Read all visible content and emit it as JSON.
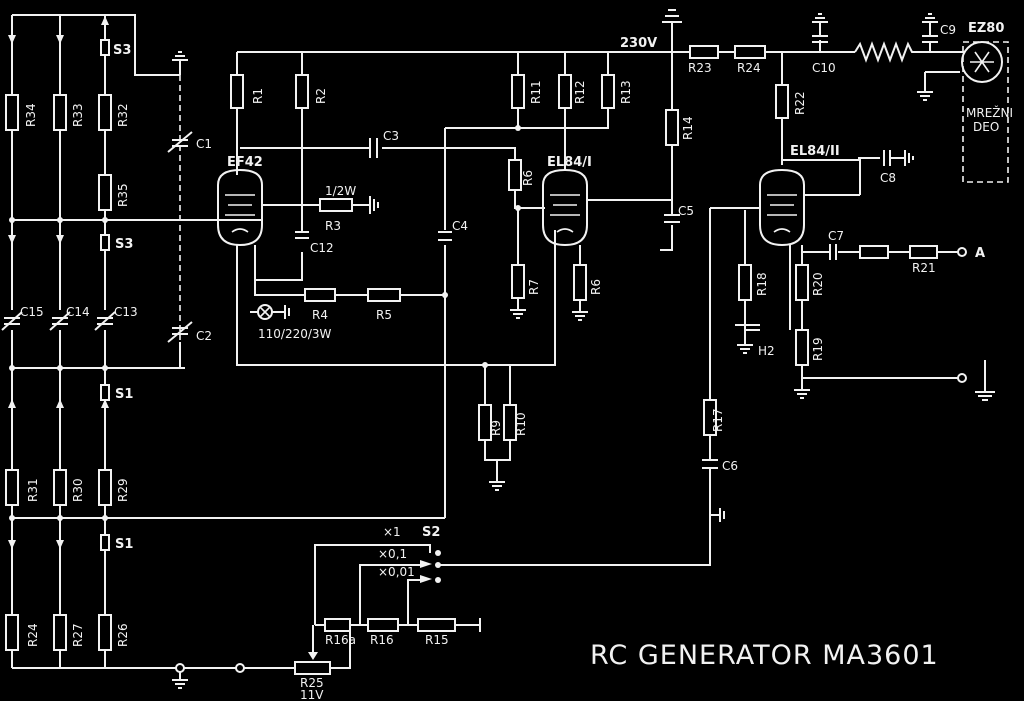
{
  "title": "RC   GENERATOR  MA3601",
  "tubes": {
    "v1": "EF42",
    "v2": "EL84/I",
    "v3": "EL84/II",
    "rect": "EZ80"
  },
  "voltages": {
    "hv": "230V",
    "heater": "11V"
  },
  "lamp_spec": "110/220/3W",
  "r3_power": "1/2W",
  "mains_box": [
    "MREŽNI",
    "DEO"
  ],
  "switch_positions": [
    "×1",
    "×0,1",
    "×0,01"
  ],
  "terminals": {
    "out_a": "A",
    "h2": "H2"
  },
  "resistors": {
    "R1": "R1",
    "R2": "R2",
    "R3": "R3",
    "R4": "R4",
    "R5": "R5",
    "R6a": "R6",
    "R6b": "R6",
    "R7": "R7",
    "R9": "R9",
    "R10": "R10",
    "R11": "R11",
    "R12": "R12",
    "R13": "R13",
    "R14": "R14",
    "R15": "R15",
    "R16": "R16",
    "R17": "R17",
    "R18": "R18",
    "R19": "R19",
    "R20": "R20",
    "R21": "R21",
    "R22": "R22",
    "R23": "R23",
    "R24": "R24",
    "R25": "R25",
    "R26": "R26",
    "R27": "R27",
    "R29": "R29",
    "R30": "R30",
    "R31": "R31",
    "R32": "R32",
    "R33": "R33",
    "R34": "R34",
    "R35": "R35",
    "R16a": "R16a"
  },
  "capacitors": {
    "C1": "C1",
    "C2": "C2",
    "C3": "C3",
    "C4": "C4",
    "C5": "C5",
    "C6": "C6",
    "C7": "C7",
    "C8": "C8",
    "C9": "C9",
    "C10": "C10",
    "C12": "C12",
    "C13": "C13",
    "C14": "C14",
    "C15": "C15"
  },
  "switches": {
    "S1a": "S1",
    "S1b": "S1",
    "S2": "S2",
    "S3a": "S3",
    "S3b": "S3"
  }
}
